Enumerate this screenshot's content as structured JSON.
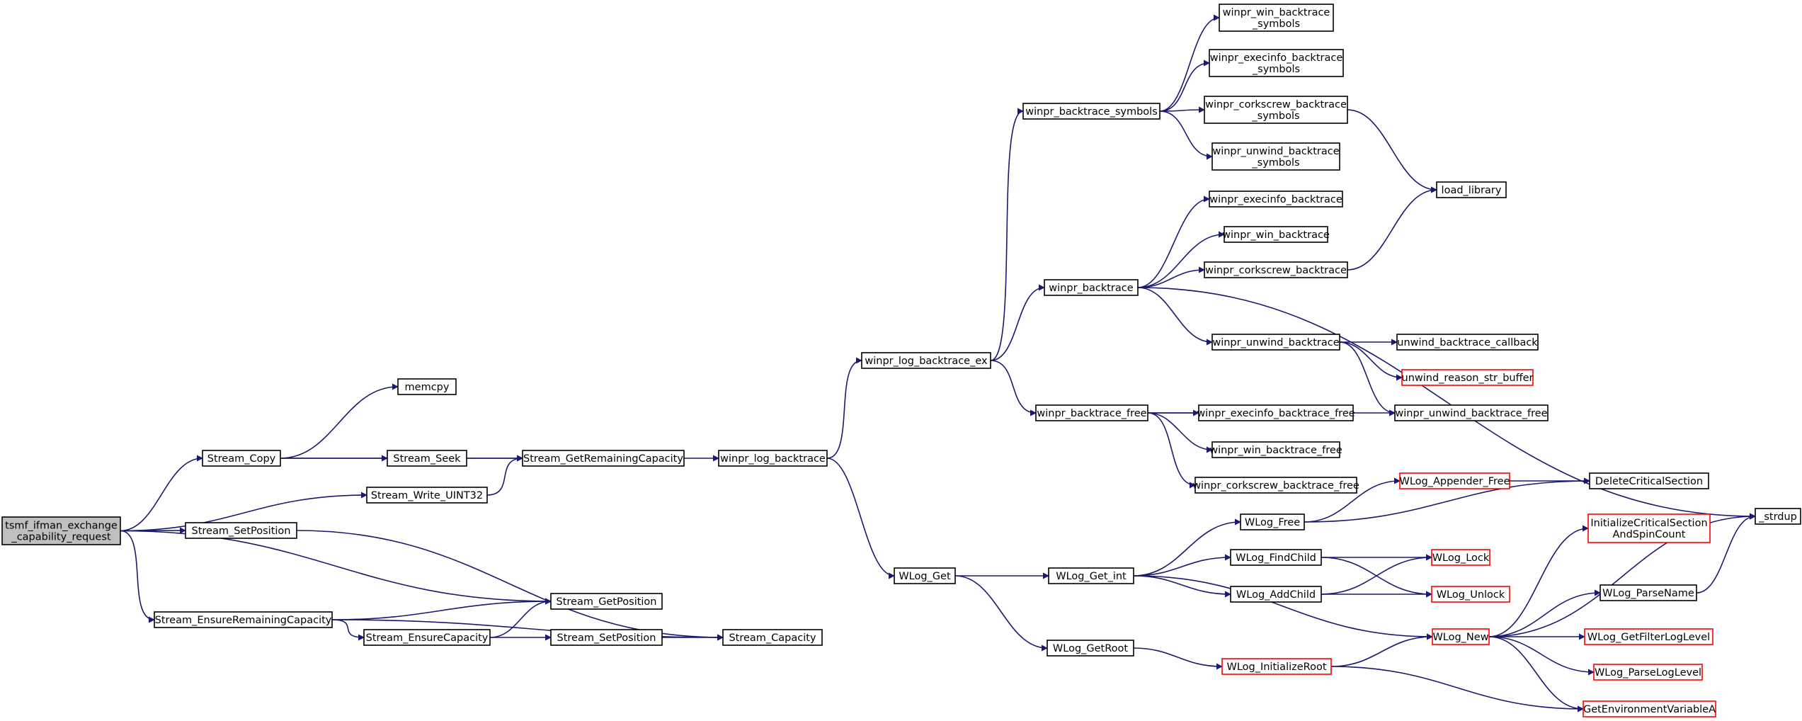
{
  "diagram": {
    "edge_color": "#191970",
    "node_border": "#000000",
    "highlight_border": "#ff0000",
    "root_fill": "#bfbfbf",
    "nodes": [
      {
        "id": "root",
        "lines": [
          "tsmf_ifman_exchange",
          "_capability_request"
        ],
        "style": "root"
      },
      {
        "id": "stream_copy",
        "lines": [
          "Stream_Copy"
        ],
        "style": "normal"
      },
      {
        "id": "memcpy",
        "lines": [
          "memcpy"
        ],
        "style": "normal"
      },
      {
        "id": "stream_seek",
        "lines": [
          "Stream_Seek"
        ],
        "style": "normal"
      },
      {
        "id": "stream_getremainingcapacity",
        "lines": [
          "Stream_GetRemainingCapacity"
        ],
        "style": "normal"
      },
      {
        "id": "stream_write_uint32",
        "lines": [
          "Stream_Write_UINT32"
        ],
        "style": "normal"
      },
      {
        "id": "stream_setposition_1",
        "lines": [
          "Stream_SetPosition"
        ],
        "style": "normal"
      },
      {
        "id": "stream_getposition",
        "lines": [
          "Stream_GetPosition"
        ],
        "style": "normal"
      },
      {
        "id": "stream_ensureremainingcapacity",
        "lines": [
          "Stream_EnsureRemainingCapacity"
        ],
        "style": "normal"
      },
      {
        "id": "stream_ensurecapacity",
        "lines": [
          "Stream_EnsureCapacity"
        ],
        "style": "normal"
      },
      {
        "id": "stream_setposition_2",
        "lines": [
          "Stream_SetPosition"
        ],
        "style": "normal"
      },
      {
        "id": "stream_capacity",
        "lines": [
          "Stream_Capacity"
        ],
        "style": "normal"
      },
      {
        "id": "winpr_log_backtrace",
        "lines": [
          "winpr_log_backtrace"
        ],
        "style": "normal"
      },
      {
        "id": "winpr_log_backtrace_ex",
        "lines": [
          "winpr_log_backtrace_ex"
        ],
        "style": "normal"
      },
      {
        "id": "wlog_get",
        "lines": [
          "WLog_Get"
        ],
        "style": "normal"
      },
      {
        "id": "winpr_backtrace_symbols",
        "lines": [
          "winpr_backtrace_symbols"
        ],
        "style": "normal"
      },
      {
        "id": "winpr_backtrace",
        "lines": [
          "winpr_backtrace"
        ],
        "style": "normal"
      },
      {
        "id": "winpr_backtrace_free",
        "lines": [
          "winpr_backtrace_free"
        ],
        "style": "normal"
      },
      {
        "id": "winpr_win_backtrace_symbols",
        "lines": [
          "winpr_win_backtrace",
          "_symbols"
        ],
        "style": "normal"
      },
      {
        "id": "winpr_execinfo_backtrace_symbols",
        "lines": [
          "winpr_execinfo_backtrace",
          "_symbols"
        ],
        "style": "normal"
      },
      {
        "id": "winpr_corkscrew_backtrace_symbols",
        "lines": [
          "winpr_corkscrew_backtrace",
          "_symbols"
        ],
        "style": "normal"
      },
      {
        "id": "winpr_unwind_backtrace_symbols",
        "lines": [
          "winpr_unwind_backtrace",
          "_symbols"
        ],
        "style": "normal"
      },
      {
        "id": "load_library",
        "lines": [
          "load_library"
        ],
        "style": "normal"
      },
      {
        "id": "winpr_execinfo_backtrace",
        "lines": [
          "winpr_execinfo_backtrace"
        ],
        "style": "normal"
      },
      {
        "id": "winpr_win_backtrace",
        "lines": [
          "winpr_win_backtrace"
        ],
        "style": "normal"
      },
      {
        "id": "winpr_corkscrew_backtrace",
        "lines": [
          "winpr_corkscrew_backtrace"
        ],
        "style": "normal"
      },
      {
        "id": "winpr_unwind_backtrace",
        "lines": [
          "winpr_unwind_backtrace"
        ],
        "style": "normal"
      },
      {
        "id": "unwind_backtrace_callback",
        "lines": [
          "unwind_backtrace_callback"
        ],
        "style": "normal"
      },
      {
        "id": "unwind_reason_str_buffer",
        "lines": [
          "unwind_reason_str_buffer"
        ],
        "style": "red"
      },
      {
        "id": "winpr_unwind_backtrace_free",
        "lines": [
          "winpr_unwind_backtrace_free"
        ],
        "style": "normal"
      },
      {
        "id": "winpr_execinfo_backtrace_free",
        "lines": [
          "winpr_execinfo_backtrace_free"
        ],
        "style": "normal"
      },
      {
        "id": "winpr_win_backtrace_free",
        "lines": [
          "winpr_win_backtrace_free"
        ],
        "style": "normal"
      },
      {
        "id": "winpr_corkscrew_backtrace_free",
        "lines": [
          "winpr_corkscrew_backtrace_free"
        ],
        "style": "normal"
      },
      {
        "id": "strdup",
        "lines": [
          "_strdup"
        ],
        "style": "normal"
      },
      {
        "id": "wlog_appender_free",
        "lines": [
          "WLog_Appender_Free"
        ],
        "style": "red"
      },
      {
        "id": "deletecriticalsection",
        "lines": [
          "DeleteCriticalSection"
        ],
        "style": "normal"
      },
      {
        "id": "wlog_free",
        "lines": [
          "WLog_Free"
        ],
        "style": "normal"
      },
      {
        "id": "wlog_get_int",
        "lines": [
          "WLog_Get_int"
        ],
        "style": "normal"
      },
      {
        "id": "wlog_findchild",
        "lines": [
          "WLog_FindChild"
        ],
        "style": "normal"
      },
      {
        "id": "wlog_addchild",
        "lines": [
          "WLog_AddChild"
        ],
        "style": "normal"
      },
      {
        "id": "wlog_lock",
        "lines": [
          "WLog_Lock"
        ],
        "style": "red"
      },
      {
        "id": "wlog_unlock",
        "lines": [
          "WLog_Unlock"
        ],
        "style": "red"
      },
      {
        "id": "wlog_new",
        "lines": [
          "WLog_New"
        ],
        "style": "red"
      },
      {
        "id": "initializecriticalsectionandspincount",
        "lines": [
          "InitializeCriticalSection",
          "AndSpinCount"
        ],
        "style": "red"
      },
      {
        "id": "wlog_parsename",
        "lines": [
          "WLog_ParseName"
        ],
        "style": "normal"
      },
      {
        "id": "wlog_getfilterloglevel",
        "lines": [
          "WLog_GetFilterLogLevel"
        ],
        "style": "red"
      },
      {
        "id": "wlog_parseloglevel",
        "lines": [
          "WLog_ParseLogLevel"
        ],
        "style": "red"
      },
      {
        "id": "getenvironmentvariablea",
        "lines": [
          "GetEnvironmentVariableA"
        ],
        "style": "red"
      },
      {
        "id": "wlog_getroot",
        "lines": [
          "WLog_GetRoot"
        ],
        "style": "normal"
      },
      {
        "id": "wlog_initializeroot",
        "lines": [
          "WLog_InitializeRoot"
        ],
        "style": "red"
      }
    ],
    "edges": [
      [
        "root",
        "stream_copy"
      ],
      [
        "root",
        "stream_write_uint32"
      ],
      [
        "root",
        "stream_setposition_1"
      ],
      [
        "root",
        "stream_getposition"
      ],
      [
        "root",
        "stream_ensureremainingcapacity"
      ],
      [
        "stream_copy",
        "memcpy"
      ],
      [
        "stream_copy",
        "stream_seek"
      ],
      [
        "stream_copy",
        "stream_getremainingcapacity"
      ],
      [
        "stream_seek",
        "stream_getremainingcapacity"
      ],
      [
        "stream_write_uint32",
        "stream_getremainingcapacity"
      ],
      [
        "stream_setposition_1",
        "stream_capacity"
      ],
      [
        "stream_ensureremainingcapacity",
        "stream_getposition"
      ],
      [
        "stream_ensureremainingcapacity",
        "stream_ensurecapacity"
      ],
      [
        "stream_ensureremainingcapacity",
        "stream_capacity"
      ],
      [
        "stream_ensurecapacity",
        "stream_getposition"
      ],
      [
        "stream_ensurecapacity",
        "stream_setposition_2"
      ],
      [
        "stream_setposition_2",
        "stream_capacity"
      ],
      [
        "stream_getremainingcapacity",
        "winpr_log_backtrace"
      ],
      [
        "winpr_log_backtrace",
        "winpr_log_backtrace_ex"
      ],
      [
        "winpr_log_backtrace",
        "wlog_get"
      ],
      [
        "winpr_log_backtrace_ex",
        "winpr_backtrace_symbols"
      ],
      [
        "winpr_log_backtrace_ex",
        "winpr_backtrace"
      ],
      [
        "winpr_log_backtrace_ex",
        "winpr_backtrace_free"
      ],
      [
        "winpr_backtrace_symbols",
        "winpr_win_backtrace_symbols"
      ],
      [
        "winpr_backtrace_symbols",
        "winpr_execinfo_backtrace_symbols"
      ],
      [
        "winpr_backtrace_symbols",
        "winpr_corkscrew_backtrace_symbols"
      ],
      [
        "winpr_backtrace_symbols",
        "winpr_unwind_backtrace_symbols"
      ],
      [
        "winpr_corkscrew_backtrace_symbols",
        "load_library"
      ],
      [
        "winpr_backtrace",
        "winpr_execinfo_backtrace"
      ],
      [
        "winpr_backtrace",
        "winpr_win_backtrace"
      ],
      [
        "winpr_backtrace",
        "winpr_corkscrew_backtrace"
      ],
      [
        "winpr_backtrace",
        "winpr_unwind_backtrace"
      ],
      [
        "winpr_backtrace",
        "strdup"
      ],
      [
        "winpr_corkscrew_backtrace",
        "load_library"
      ],
      [
        "winpr_unwind_backtrace",
        "unwind_backtrace_callback"
      ],
      [
        "winpr_unwind_backtrace",
        "unwind_reason_str_buffer"
      ],
      [
        "winpr_unwind_backtrace",
        "winpr_unwind_backtrace_free"
      ],
      [
        "winpr_backtrace_free",
        "winpr_unwind_backtrace_free"
      ],
      [
        "winpr_backtrace_free",
        "winpr_execinfo_backtrace_free"
      ],
      [
        "winpr_backtrace_free",
        "winpr_win_backtrace_free"
      ],
      [
        "winpr_backtrace_free",
        "winpr_corkscrew_backtrace_free"
      ],
      [
        "wlog_get",
        "wlog_get_int"
      ],
      [
        "wlog_get",
        "wlog_getroot"
      ],
      [
        "wlog_get_int",
        "wlog_free"
      ],
      [
        "wlog_get_int",
        "wlog_findchild"
      ],
      [
        "wlog_get_int",
        "wlog_addchild"
      ],
      [
        "wlog_get_int",
        "wlog_new"
      ],
      [
        "wlog_free",
        "wlog_appender_free"
      ],
      [
        "wlog_free",
        "deletecriticalsection"
      ],
      [
        "wlog_appender_free",
        "deletecriticalsection"
      ],
      [
        "wlog_findchild",
        "wlog_lock"
      ],
      [
        "wlog_findchild",
        "wlog_unlock"
      ],
      [
        "wlog_addchild",
        "wlog_lock"
      ],
      [
        "wlog_addchild",
        "wlog_unlock"
      ],
      [
        "wlog_new",
        "strdup"
      ],
      [
        "wlog_new",
        "initializecriticalsectionandspincount"
      ],
      [
        "wlog_new",
        "wlog_parsename"
      ],
      [
        "wlog_new",
        "wlog_getfilterloglevel"
      ],
      [
        "wlog_new",
        "wlog_parseloglevel"
      ],
      [
        "wlog_new",
        "getenvironmentvariablea"
      ],
      [
        "wlog_parsename",
        "strdup"
      ],
      [
        "wlog_getroot",
        "wlog_initializeroot"
      ],
      [
        "wlog_initializeroot",
        "wlog_new"
      ],
      [
        "wlog_initializeroot",
        "getenvironmentvariablea"
      ]
    ]
  }
}
